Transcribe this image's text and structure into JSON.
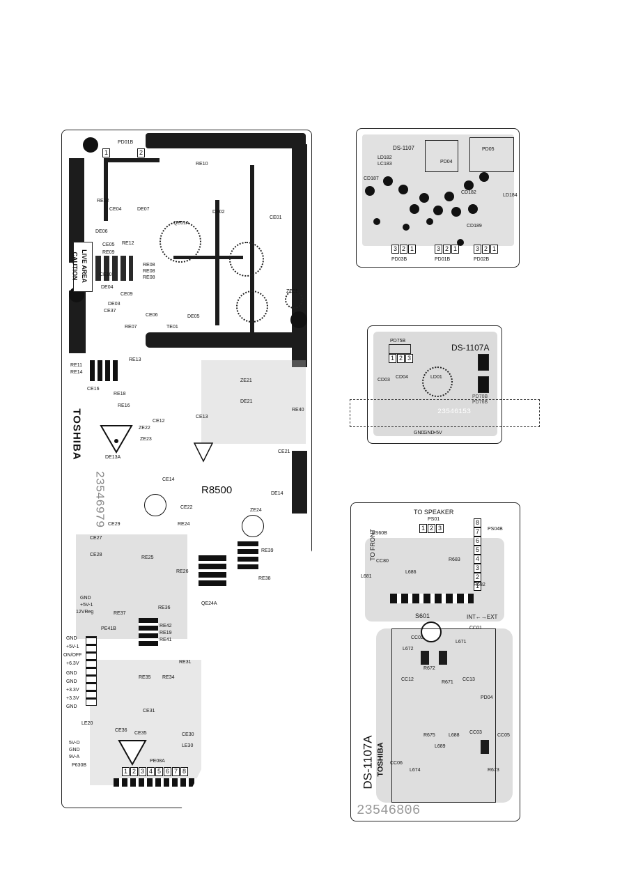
{
  "main_board": {
    "label_pd01b": "PD01B",
    "label_re10": "RE10",
    "label_ce04": "CE04",
    "label_de07": "DE07",
    "label_de02": "DE02",
    "label_ce01": "CE01",
    "label_qe01a": "QE01A",
    "label_re02": "RE02",
    "label_de06": "DE06",
    "label_ce05": "CE05",
    "label_re12": "RE12",
    "label_re09": "RE09",
    "label_re08a": "RE08",
    "label_re08b": "RE08",
    "label_re08c": "RE08",
    "label_ce10": "CE10",
    "label_de04": "DE04",
    "label_ce09": "CE09",
    "label_de03": "DE03",
    "label_ce37": "CE37",
    "label_re07": "RE07",
    "label_ce06": "CE06",
    "label_te01": "TE01",
    "label_de05": "DE05",
    "label_ze01": "ZE01",
    "label_re13": "RE13",
    "label_re11": "RE11",
    "label_re14": "RE14",
    "label_re16": "RE16",
    "label_re18": "RE18",
    "label_ce16": "CE16",
    "label_ce12": "CE12",
    "label_ce13": "CE13",
    "label_ze21": "ZE21",
    "label_de21": "DE21",
    "label_re40": "RE40",
    "label_ze22": "ZE22",
    "label_ze23": "ZE23",
    "label_de13a": "DE13A",
    "label_ce21": "CE21",
    "label_ce14": "CE14",
    "label_de14": "DE14",
    "label_r8500": "R8500",
    "label_ce22": "CE22",
    "label_ze24": "ZE24",
    "label_re24": "RE24",
    "label_ce29": "CE29",
    "label_ce27": "CE27",
    "label_ce28": "CE28",
    "label_re25": "RE25",
    "label_re26": "RE26",
    "label_re39": "RE39",
    "label_re38": "RE38",
    "label_re36": "RE36",
    "label_re37": "RE37",
    "label_qe24a": "QE24A",
    "label_pe41b": "PE41B",
    "label_re42": "RE42",
    "label_re19": "RE19",
    "label_re41": "RE41",
    "label_re31": "RE31",
    "label_re35": "RE35",
    "label_re34": "RE34",
    "label_ce31": "CE31",
    "label_ce36": "CE36",
    "label_ce35": "CE35",
    "label_ce30": "CE30",
    "label_le30": "LE30",
    "label_pe08a": "PE08A",
    "label_p630b": "P630B",
    "label_le20": "LE20",
    "caution": "CAUTION",
    "live_area": "LIVE AREA",
    "brand": "TOSHIBA",
    "serial": "23546979",
    "left_labels": [
      "GND",
      "+5V-1",
      "ON/OFF",
      "+6.3V",
      "GND",
      "GND",
      "+3.3V",
      "+3.3V",
      "GND"
    ],
    "top_labels": [
      "GND",
      "+5V-1",
      "12VReg"
    ],
    "bottom_pins": [
      "1",
      "2",
      "3",
      "4",
      "5",
      "6",
      "7",
      "8"
    ],
    "side_pins": [
      "5V-D",
      "GND",
      "9V-A"
    ],
    "pd01b_pins": [
      "1",
      "2"
    ]
  },
  "ds1107_board": {
    "title": "DS-1107",
    "label_pd04": "PD04",
    "label_pd05": "PD05",
    "label_ld182": "LD182",
    "label_lc183": "LC183",
    "label_cd187": "CD187",
    "label_cd182": "CD182",
    "label_ld184": "LD184",
    "label_cd189": "CD189",
    "label_pd03b": "PD03B",
    "label_pd01b": "PD01B",
    "label_pd02b": "PD02B",
    "pins": [
      "3",
      "2",
      "1"
    ]
  },
  "ds1107a_small_board": {
    "title": "DS-1107A",
    "label_pd75b": "PD75B",
    "label_ld01": "LD01",
    "label_cd03": "CD03",
    "label_cd04": "CD04",
    "label_pd70b": "PD70B",
    "label_pd76b": "PD76B",
    "serial": "23546153",
    "bottom_labels": [
      "GND",
      "GND",
      "+5V"
    ],
    "pins": [
      "1",
      "2",
      "3"
    ]
  },
  "ds1107a_speaker_board": {
    "to_speaker": "TO SPEAKER",
    "to_front": "TO FRONT",
    "label_ps01": "PS01",
    "label_ps04b": "PS04B",
    "label_ps60b": "PS60B",
    "label_s601": "S601",
    "int_ext": "INT←→EXT",
    "label_l681": "L681",
    "label_l686": "L686",
    "label_r683": "R683",
    "label_r682": "R682",
    "label_cc80": "CC80",
    "label_cc01": "CC01",
    "label_l671": "L671",
    "label_l672": "L672",
    "label_r672": "R672",
    "label_r671": "R671",
    "label_cc12": "CC12",
    "label_cc13": "CC13",
    "label_cc02": "CC02",
    "label_r675": "R675",
    "label_l689": "L689",
    "label_l688": "L688",
    "label_cc03": "CC03",
    "label_cc05": "CC05",
    "label_r673": "R673",
    "label_l674": "L674",
    "label_cc06": "CC06",
    "label_pd04": "PD04",
    "model": "DS-1107A",
    "brand": "TOSHIBA",
    "serial": "23546806",
    "pins_top": [
      "1",
      "2",
      "3"
    ],
    "pins_right": [
      "8",
      "7",
      "6",
      "5",
      "4",
      "3",
      "2",
      "1"
    ]
  }
}
